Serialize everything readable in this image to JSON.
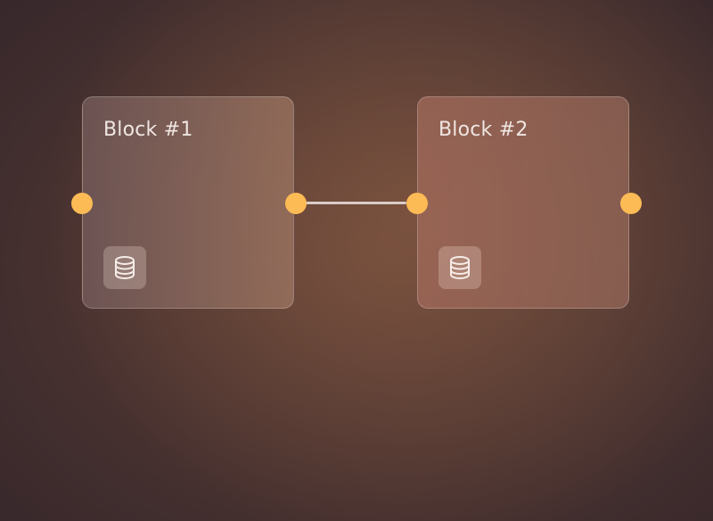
{
  "blocks": [
    {
      "title": "Block #1",
      "icon": "database-icon"
    },
    {
      "title": "Block #2",
      "icon": "database-icon"
    }
  ],
  "colors": {
    "port": "#fdbb55",
    "connector": "#d9ccc6",
    "title_text": "#efe6e2"
  },
  "connections": [
    {
      "from": "Block #1",
      "to": "Block #2"
    }
  ]
}
